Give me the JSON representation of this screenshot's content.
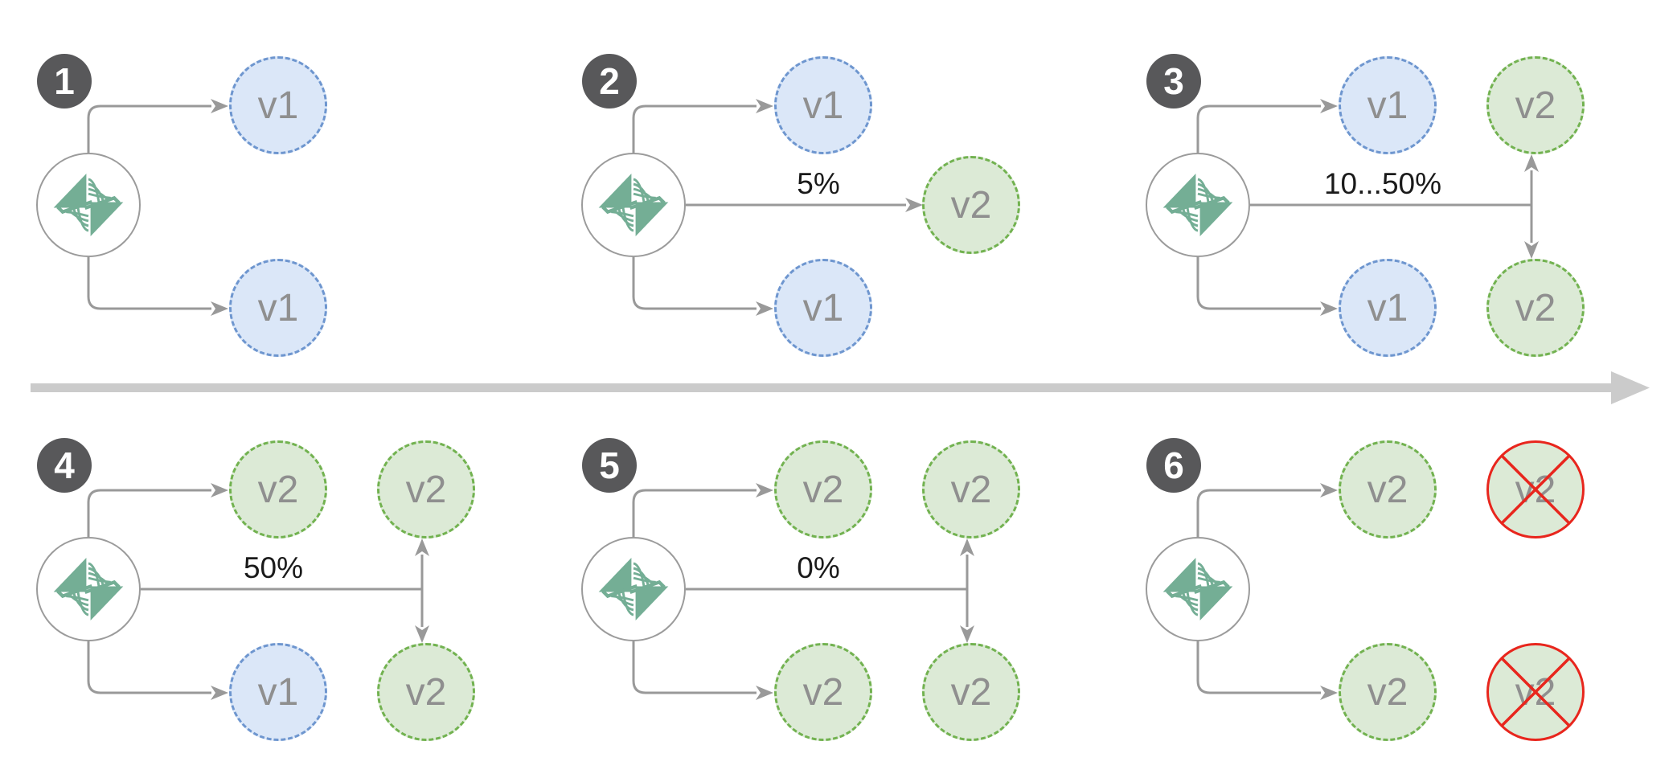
{
  "diagram_type": "canary-deployment-stages",
  "colors": {
    "stable_node_fill": "#dbe7f8",
    "stable_node_border": "#6e96cf",
    "canary_node_fill": "#dcead6",
    "canary_node_border": "#72b250",
    "terminated_node_border": "#e8261d",
    "router_icon_green": "#74ae95",
    "arrow_gray": "#999999",
    "badge_gray": "#58585a",
    "node_label_gray": "#8f8f8f",
    "timeline_gray": "#cbcbcb",
    "percent_label_dark": "#1a1a1a"
  },
  "timeline": {
    "direction": "left-to-right"
  },
  "panels": [
    {
      "badge": "1",
      "top": {
        "label": "v1"
      },
      "bottom": {
        "label": "v1"
      }
    },
    {
      "badge": "2",
      "percent": "5%",
      "top": {
        "label": "v1"
      },
      "bottom": {
        "label": "v1"
      },
      "canary": {
        "label": "v2"
      }
    },
    {
      "badge": "3",
      "percent": "10...50%",
      "top": {
        "label": "v1"
      },
      "top_right": {
        "label": "v2"
      },
      "bottom": {
        "label": "v1"
      },
      "bottom_right": {
        "label": "v2"
      }
    },
    {
      "badge": "4",
      "percent": "50%",
      "top": {
        "label": "v2"
      },
      "top_right": {
        "label": "v2"
      },
      "bottom": {
        "label": "v1"
      },
      "bottom_right": {
        "label": "v2"
      }
    },
    {
      "badge": "5",
      "percent": "0%",
      "top": {
        "label": "v2"
      },
      "top_right": {
        "label": "v2"
      },
      "bottom": {
        "label": "v2"
      },
      "bottom_right": {
        "label": "v2"
      }
    },
    {
      "badge": "6",
      "top": {
        "label": "v2"
      },
      "top_right": {
        "label": "v2",
        "terminated": true
      },
      "bottom": {
        "label": "v2"
      },
      "bottom_right": {
        "label": "v2",
        "terminated": true
      }
    }
  ]
}
